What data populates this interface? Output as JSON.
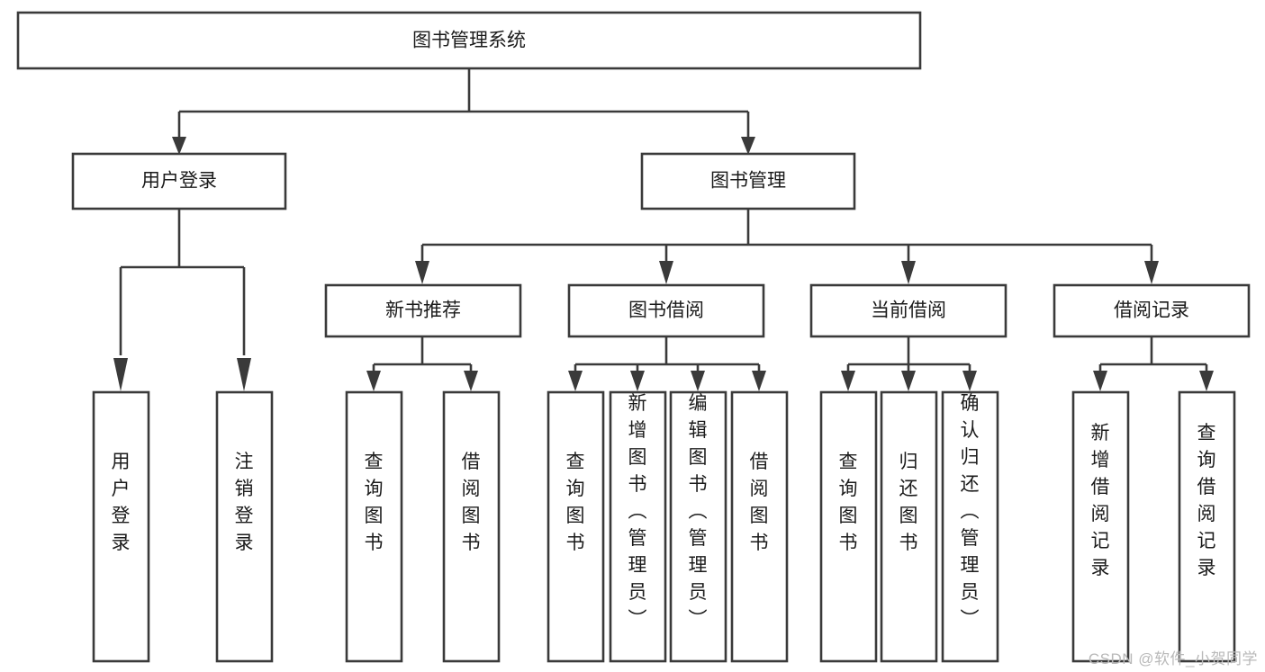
{
  "diagram": {
    "title": "图书管理系统",
    "type": "tree",
    "background": "#ffffff",
    "box_stroke": "#3a3a3a",
    "box_fill": "#ffffff",
    "text_color": "#1b1b1b",
    "levels": {
      "root": "图书管理系统",
      "level2": [
        "用户登录",
        "图书管理"
      ],
      "level3": [
        "新书推荐",
        "图书借阅",
        "当前借阅",
        "借阅记录"
      ]
    },
    "nodes": {
      "root": {
        "label": "图书管理系统",
        "orientation": "horizontal"
      },
      "user_login": {
        "label": "用户登录",
        "orientation": "horizontal"
      },
      "book_manage": {
        "label": "图书管理",
        "orientation": "horizontal"
      },
      "new_book_rec": {
        "label": "新书推荐",
        "orientation": "horizontal"
      },
      "book_borrow": {
        "label": "图书借阅",
        "orientation": "horizontal"
      },
      "current_borrow": {
        "label": "当前借阅",
        "orientation": "horizontal"
      },
      "borrow_record": {
        "label": "借阅记录",
        "orientation": "horizontal"
      },
      "leaf_user_login": {
        "label": "用户登录",
        "orientation": "vertical"
      },
      "leaf_logout": {
        "label": "注销登录",
        "orientation": "vertical"
      },
      "leaf_query_book_1": {
        "label": "查询图书",
        "orientation": "vertical"
      },
      "leaf_borrow_book_1": {
        "label": "借阅图书",
        "orientation": "vertical"
      },
      "leaf_query_book_2": {
        "label": "查询图书",
        "orientation": "vertical"
      },
      "leaf_add_book": {
        "label": "新增图书（管理员）",
        "orientation": "vertical"
      },
      "leaf_edit_book": {
        "label": "编辑图书（管理员）",
        "orientation": "vertical"
      },
      "leaf_borrow_book_2": {
        "label": "借阅图书",
        "orientation": "vertical"
      },
      "leaf_query_book_3": {
        "label": "查询图书",
        "orientation": "vertical"
      },
      "leaf_return_book": {
        "label": "归还图书",
        "orientation": "vertical"
      },
      "leaf_confirm_return": {
        "label": "确认归还（管理员）",
        "orientation": "vertical"
      },
      "leaf_add_record": {
        "label": "新增借阅记录",
        "orientation": "vertical"
      },
      "leaf_query_record": {
        "label": "查询借阅记录",
        "orientation": "vertical"
      }
    },
    "edges": [
      {
        "from": "root",
        "to": "user_login"
      },
      {
        "from": "root",
        "to": "book_manage"
      },
      {
        "from": "user_login",
        "to": "leaf_user_login"
      },
      {
        "from": "user_login",
        "to": "leaf_logout"
      },
      {
        "from": "book_manage",
        "to": "new_book_rec"
      },
      {
        "from": "book_manage",
        "to": "book_borrow"
      },
      {
        "from": "book_manage",
        "to": "current_borrow"
      },
      {
        "from": "book_manage",
        "to": "borrow_record"
      },
      {
        "from": "new_book_rec",
        "to": "leaf_query_book_1"
      },
      {
        "from": "new_book_rec",
        "to": "leaf_borrow_book_1"
      },
      {
        "from": "book_borrow",
        "to": "leaf_query_book_2"
      },
      {
        "from": "book_borrow",
        "to": "leaf_add_book"
      },
      {
        "from": "book_borrow",
        "to": "leaf_edit_book"
      },
      {
        "from": "book_borrow",
        "to": "leaf_borrow_book_2"
      },
      {
        "from": "current_borrow",
        "to": "leaf_query_book_3"
      },
      {
        "from": "current_borrow",
        "to": "leaf_return_book"
      },
      {
        "from": "current_borrow",
        "to": "leaf_confirm_return"
      },
      {
        "from": "borrow_record",
        "to": "leaf_add_record"
      },
      {
        "from": "borrow_record",
        "to": "leaf_query_record"
      }
    ]
  },
  "watermark": {
    "text": "CSDN @软件_小贺同学",
    "color": "#b9b9b9"
  }
}
